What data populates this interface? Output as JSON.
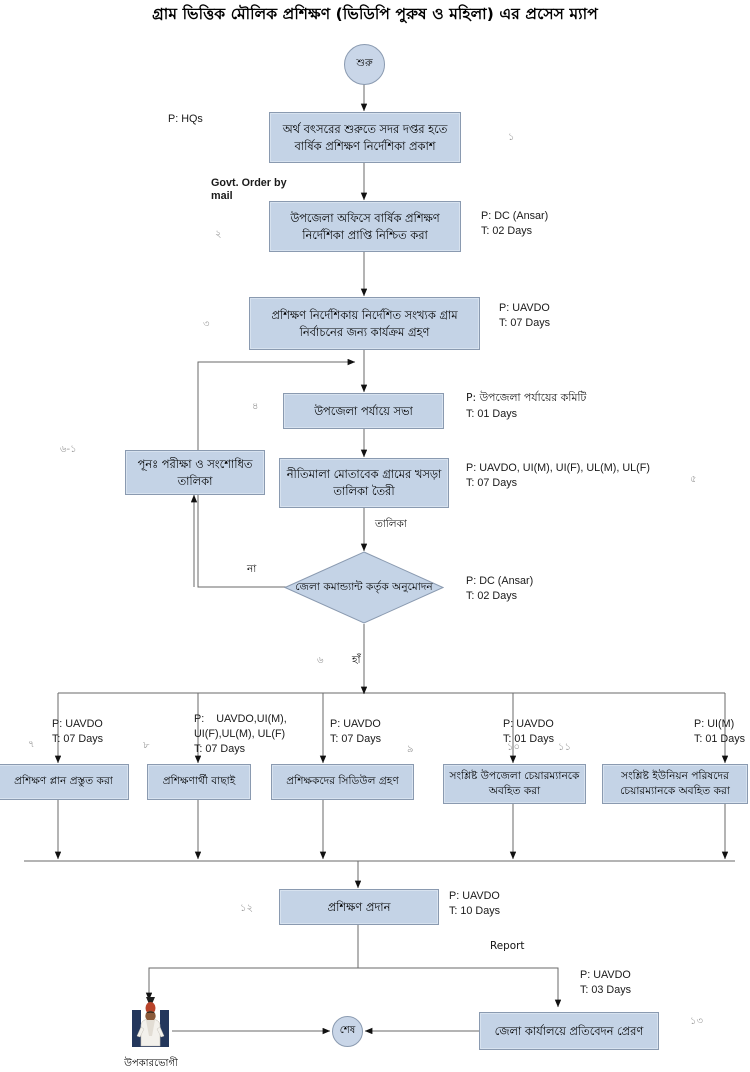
{
  "title": "গ্রাম ভিত্তিক মৌলিক প্রশিক্ষণ (ভিডিপি পুরুষ ও মহিলা) এর প্রসেস ম্যাপ",
  "terminators": {
    "start": "শুরু",
    "end": "শেষ"
  },
  "nodes": {
    "n1": {
      "text": "অর্থ বৎসরের শুরুতে সদর দপ্তর হতে বার্ষিক প্রশিক্ষণ নির্দেশিকা প্রকাশ",
      "seq": "১"
    },
    "n2": {
      "text": "উপজেলা অফিসে বার্ষিক প্রশিক্ষণ নির্দেশিকা প্রাপ্তি নিশ্চিত করা",
      "seq": "২"
    },
    "n3": {
      "text": "প্রশিক্ষণ নির্দেশিকায় নির্দেশিত সংখ্যক গ্রাম নির্বাচনের জন্য কার্যক্রম গ্রহণ",
      "seq": "৩"
    },
    "n4": {
      "text": "উপজেলা পর্যায়ে  সভা",
      "seq": "৪"
    },
    "n5": {
      "text": "নীতিমালা মোতাবেক গ্রামের খসড়া তালিকা তৈরী",
      "seq": "৫"
    },
    "n6": {
      "text": "জেলা কমান্ড্যান্ট কর্তৃক অনুমোদন",
      "seq": "৬"
    },
    "n6a": {
      "text": "পূনঃ পরীক্ষা ও সংশোধিত তালিকা",
      "seq": "৬-১"
    },
    "n7": {
      "text": "প্রশিক্ষণ প্লান প্রস্তুত করা",
      "seq": "৭"
    },
    "n8": {
      "text": "প্রশিক্ষণার্থী বাছাই",
      "seq": "৮"
    },
    "n9": {
      "text": "প্রশিক্ষকদের সিডিউল গ্রহণ",
      "seq": "৯"
    },
    "n10": {
      "text": "সংশ্লিষ্ট উপজেলা চেয়ারম্যানকে অবহিত করা",
      "seq": "১০"
    },
    "n11": {
      "text": "সংশ্লিষ্ট ইউনিয়ন পরিষদের চেয়ারম্যানকে অবহিত করা",
      "seq": "১১"
    },
    "n12": {
      "text": "প্রশিক্ষণ প্রদান",
      "seq": "১২"
    },
    "n13": {
      "text": "জেলা কার্যালয়ে প্রতিবেদন প্রেরণ",
      "seq": "১৩"
    }
  },
  "annotations": {
    "a1": "P: HQs",
    "a2_line1": "Govt. Order by",
    "a2_line2": "mail",
    "a3": "P: DC (Ansar)\nT: 02 Days",
    "a4": "P: UAVDO\nT: 07 Days",
    "a5_bn": "P: উপজেলা পর্যায়ের কমিটি",
    "a5_t": "T: 01 Days",
    "a6": "P: UAVDO, UI(M), UI(F), UL(M), UL(F)\nT: 07 Days",
    "a7": "P: DC (Ansar)\nT: 02 Days",
    "a8": "P: UAVDO\nT: 07 Days",
    "a9": "P:    UAVDO,UI(M),\nUI(F),UL(M), UL(F)\nT: 07 Days",
    "a10": "P: UAVDO\nT: 07 Days",
    "a11": "P: UAVDO\nT: 01 Days",
    "a12": "P: UI(M)\nT: 01 Days",
    "a13": "P: UAVDO\nT: 10 Days",
    "a14": "P: UAVDO\nT: 03 Days"
  },
  "edge_labels": {
    "talika": "তালিকা",
    "na": "না",
    "ha": "হাঁ",
    "report": "Report"
  },
  "beneficiary": {
    "caption": "উপকারভোগী"
  },
  "colors": {
    "box_fill": "#c4d3e6",
    "box_border": "#8a9ab0",
    "line": "#595959",
    "seq_text": "#9b9b9b",
    "page_bg": "#ffffff"
  }
}
